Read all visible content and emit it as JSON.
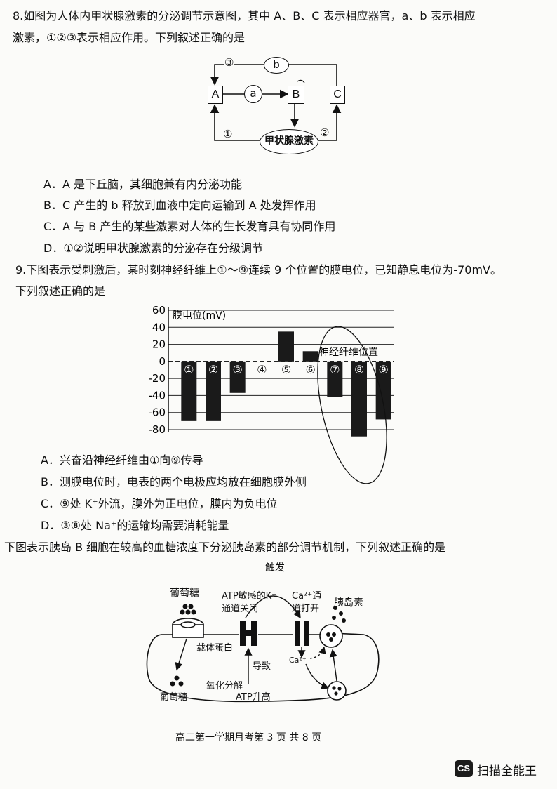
{
  "q8": {
    "stem_line1": "8.如图为人体内甲状腺激素的分泌调节示意图，其中 A、B、C 表示相应器官，a、b 表示相应",
    "stem_line2": "激素，①②③表示相应作用。下列叙述正确的是",
    "diagram": {
      "node_A": "A",
      "node_B": "B",
      "node_C": "C",
      "hormone_a": "a",
      "hormone_b": "b",
      "thyroid": "甲状腺激素",
      "arrow1": "①",
      "arrow2": "②",
      "arrow3": "③"
    },
    "options": [
      "A．A 是下丘脑，其细胞兼有内分泌功能",
      "B．C 产生的 b 释放到血液中定向运输到 A 处发挥作用",
      "C．A 与 B 产生的某些激素对人体的生长发育具有协同作用",
      "D．①②说明甲状腺激素的分泌存在分级调节"
    ]
  },
  "q9": {
    "stem_line1": "9.下图表示受刺激后，某时刻神经纤维上①～⑨连续 9 个位置的膜电位，已知静息电位为-70mV。",
    "stem_line2": "下列叙述正确的是",
    "options": [
      "A．兴奋沿神经纤维由①向⑨传导",
      "B．测膜电位时，电表的两个电极应均放在细胞膜外侧",
      "C．⑨处 K⁺外流，膜外为正电位，膜内为负电位",
      "D．③⑧处 Na⁺的运输均需要消耗能量"
    ]
  },
  "chart_data": {
    "type": "bar",
    "ylabel": "膜电位(mV)",
    "xlabel": "神经纤维位置",
    "ylim": [
      -80,
      60
    ],
    "yticks": [
      "60",
      "40",
      "20",
      "0",
      "-20",
      "-40",
      "-60",
      "-80"
    ],
    "categories": [
      "①",
      "②",
      "③",
      "④",
      "⑤",
      "⑥",
      "⑦",
      "⑧",
      "⑨"
    ],
    "values": [
      -70,
      -70,
      -37,
      0,
      35,
      12,
      -42,
      -88,
      -68
    ],
    "grid": true
  },
  "q10": {
    "stem": "下图表示胰岛 B 细胞在较高的血糖浓度下分泌胰岛素的部分调节机制，下列叙述正确的是",
    "diagram": {
      "trigger": "触发",
      "glucose_top": "葡萄糖",
      "katp_line1": "ATP敏感的K⁺",
      "katp_line2": "通道关闭",
      "ca_line1": "Ca²⁺通",
      "ca_line2": "道打开",
      "insulin": "胰岛素",
      "carrier": "载体蛋白",
      "leads_to": "导致",
      "glucose_in": "葡萄糖",
      "oxidation": "氧化分解",
      "atp_up": "ATP升高",
      "ca_in": "Ca²⁺"
    }
  },
  "footer": "高二第一学期月考第 3 页 共 8 页",
  "watermark": {
    "logo": "CS",
    "text": "扫描全能王"
  }
}
